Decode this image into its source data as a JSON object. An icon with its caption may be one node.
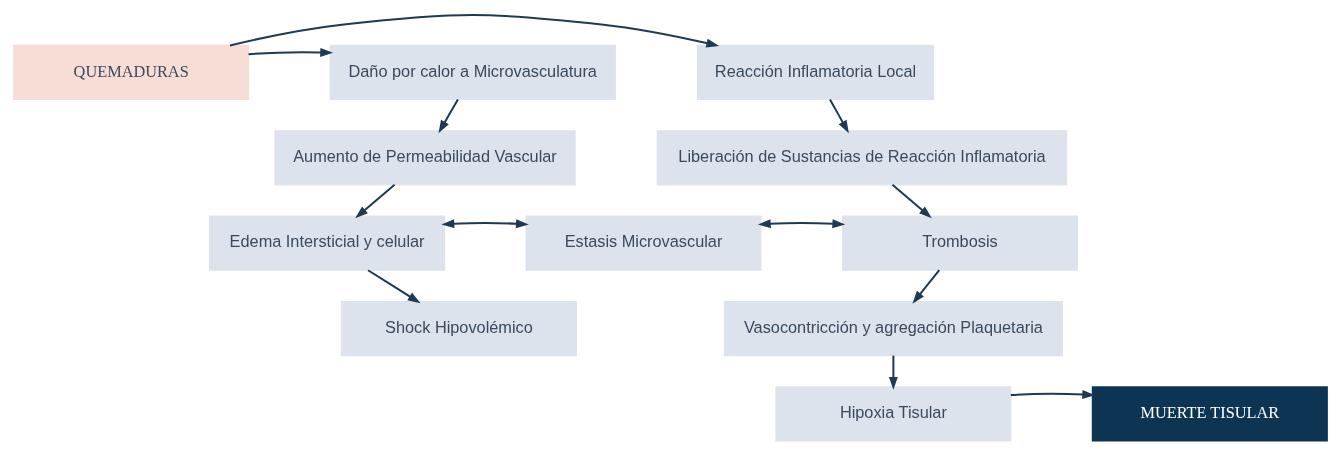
{
  "diagram": {
    "nodes": [
      {
        "text": [
          "QUEMADURAS"
        ]
      },
      {
        "text": [
          "Daño por calor a Microvasculatura"
        ]
      },
      {
        "text": [
          "Reacción Inflamatoria Local"
        ]
      },
      {
        "text": [
          "Aumento de Permeabilidad Vascular"
        ]
      },
      {
        "text": [
          "Liberación de Sustancias de Reacción Inflamatoria"
        ]
      },
      {
        "text": [
          "Edema Intersticial y celular"
        ]
      },
      {
        "text": [
          "Estasis Microvascular"
        ]
      },
      {
        "text": [
          "Trombosis"
        ]
      },
      {
        "text": [
          "Shock Hipovolémico"
        ]
      },
      {
        "text": [
          "Vasocontricción y agregación Plaquetaria"
        ]
      },
      {
        "text": [
          "Hipoxia Tisular"
        ]
      },
      {
        "text": [
          "MUERTE TISULAR"
        ]
      }
    ],
    "edges": [
      {
        "from": 0,
        "to": 1,
        "arrow": "to"
      },
      {
        "from": 0,
        "to": 2,
        "arrow": "to"
      },
      {
        "from": 1,
        "to": 3,
        "arrow": "to"
      },
      {
        "from": 2,
        "to": 4,
        "arrow": "to"
      },
      {
        "from": 3,
        "to": 5,
        "arrow": "to"
      },
      {
        "from": 4,
        "to": 7,
        "arrow": "to"
      },
      {
        "from": 5,
        "to": 6,
        "arrow": "both"
      },
      {
        "from": 6,
        "to": 7,
        "arrow": "both"
      },
      {
        "from": 5,
        "to": 8,
        "arrow": "to"
      },
      {
        "from": 7,
        "to": 9,
        "arrow": "to"
      },
      {
        "from": 9,
        "to": 10,
        "arrow": "to"
      },
      {
        "from": 10,
        "to": 11,
        "arrow": "to"
      }
    ]
  }
}
